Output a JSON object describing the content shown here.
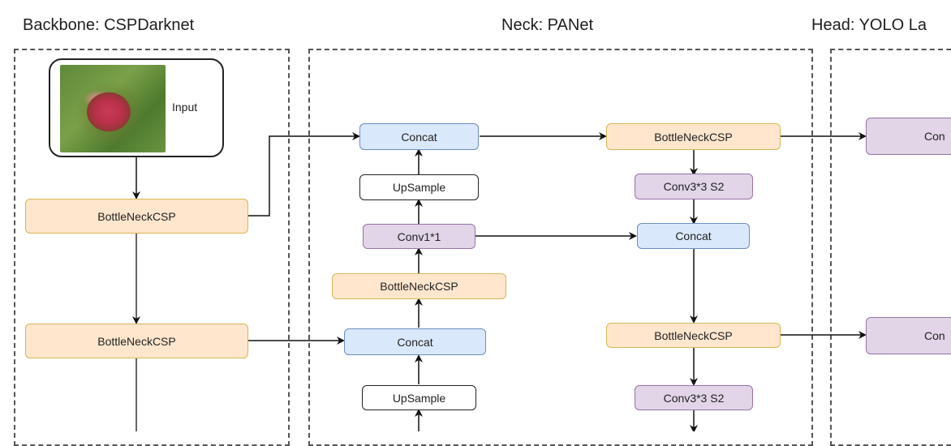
{
  "sections": {
    "backbone": "Backbone: CSPDarknet",
    "neck": "Neck: PANet",
    "head": "Head: YOLO La"
  },
  "backbone": {
    "input": {
      "label": "Input",
      "image": "dragon-fruit-photo"
    },
    "nodes": [
      "BottleNeckCSP",
      "BottleNeckCSP"
    ]
  },
  "neck": {
    "left_column": [
      "Concat",
      "UpSample",
      "Conv1*1",
      "BottleNeckCSP",
      "Concat",
      "UpSample"
    ],
    "right_column": [
      "BottleNeckCSP",
      "Conv3*3 S2",
      "Concat",
      "BottleNeckCSP",
      "Conv3*3 S2"
    ]
  },
  "head": {
    "nodes": [
      "Con",
      "Con"
    ]
  },
  "colors": {
    "bottleneck_fill": "#ffe6cc",
    "bottleneck_border": "#d6b656",
    "concat_fill": "#dae8fc",
    "concat_border": "#6c8ebf",
    "conv_fill": "#e1d5e7",
    "conv_border": "#9673a6",
    "edge": "#111111"
  }
}
